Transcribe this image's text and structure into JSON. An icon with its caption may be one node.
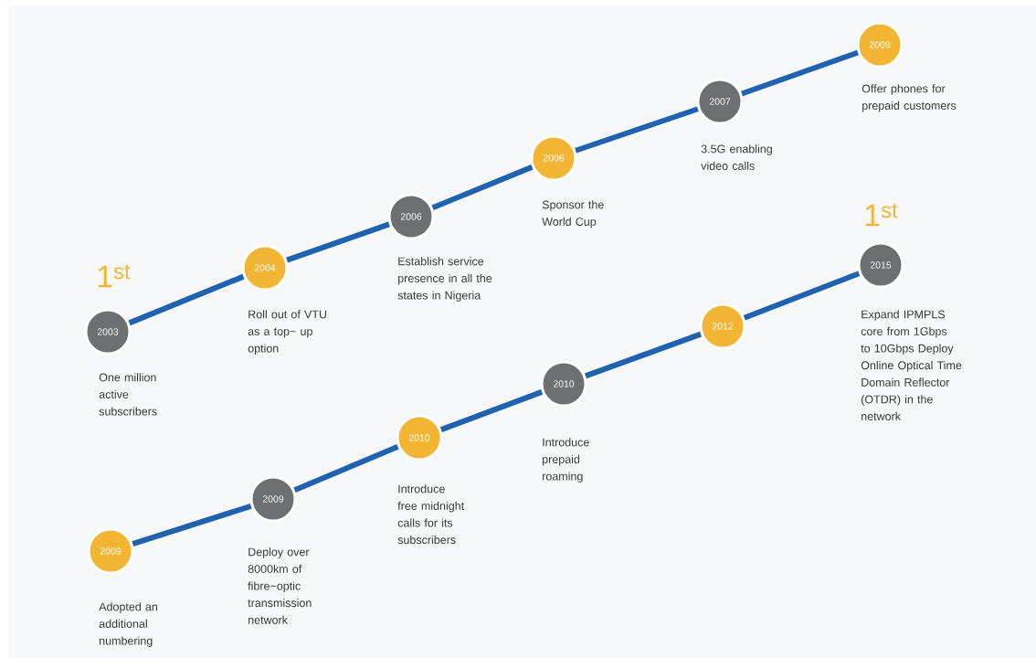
{
  "diagram": {
    "nodes": [
      {
        "text": [
          "2003"
        ],
        "beside": [
          "One million active subscribers"
        ]
      },
      {
        "text": [
          "2004"
        ],
        "beside": [
          "Roll out of VTU as a top~ up option"
        ]
      },
      {
        "text": [
          "2006"
        ],
        "beside": [
          "Establish service presence in all the states in Nigeria"
        ]
      },
      {
        "text": [
          "2006"
        ],
        "beside": [
          "Sponsor the World Cup"
        ]
      },
      {
        "text": [
          "2007"
        ],
        "beside": [
          "3.5G enabling video calls"
        ]
      },
      {
        "text": [
          "2009"
        ],
        "beside": [
          "Offer phones for prepaid customers"
        ]
      },
      {
        "text": [
          "2009"
        ],
        "beside": [
          "Adopted an additional numbering"
        ]
      },
      {
        "text": [
          "2009"
        ],
        "beside": [
          "Deploy over 8000km of fibre~optic transmission network"
        ]
      },
      {
        "text": [
          "2010"
        ],
        "beside": [
          "Introduce free midnight calls for its subscribers"
        ]
      },
      {
        "text": [
          "2010"
        ],
        "beside": [
          "Introduce prepaid roaming"
        ]
      },
      {
        "text": [
          "2012"
        ]
      },
      {
        "text": [
          "2015"
        ],
        "beside": [
          "Expand IPMPLS core from 1Gbps to 10Gbps Deploy Online Optical Time Domain Reflector (OTDR) in the network"
        ]
      }
    ],
    "edges": [
      {
        "from": 0,
        "to": 1,
        "arrow": "none"
      },
      {
        "from": 1,
        "to": 2,
        "arrow": "none"
      },
      {
        "from": 2,
        "to": 3,
        "arrow": "none"
      },
      {
        "from": 3,
        "to": 4,
        "arrow": "none"
      },
      {
        "from": 4,
        "to": 5,
        "arrow": "none"
      },
      {
        "from": 6,
        "to": 7,
        "arrow": "none"
      },
      {
        "from": 7,
        "to": 8,
        "arrow": "none"
      },
      {
        "from": 8,
        "to": 9,
        "arrow": "none"
      },
      {
        "from": 9,
        "to": 10,
        "arrow": "none"
      },
      {
        "from": 10,
        "to": 11,
        "arrow": "none"
      }
    ],
    "labels": [
      "1$^{st}$",
      "1$^{st}$"
    ]
  }
}
